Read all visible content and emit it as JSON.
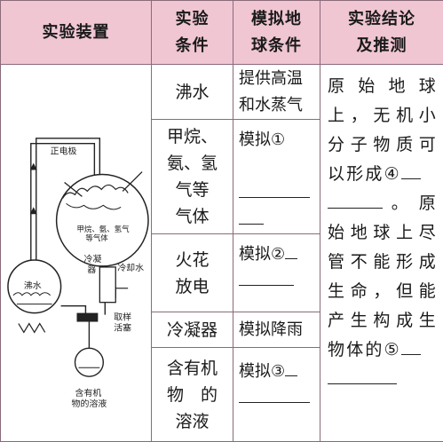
{
  "header": {
    "col1": "实验装置",
    "col2_line1": "实验",
    "col2_line2": "条件",
    "col3_line1": "模拟地",
    "col3_line2": "球条件",
    "col4_line1": "实验结论",
    "col4_line2": "及推测"
  },
  "apparatus": {
    "electrode": "正电极",
    "gas_line1": "甲烷、氨、氢气",
    "gas_line2": "等气体",
    "boiling": "沸水",
    "condenser_line1": "冷凝",
    "condenser_line2": "器",
    "cooling_water": "冷却水",
    "sample_line1": "取样",
    "sample_line2": "活塞",
    "solution_line1": "含有机",
    "solution_line2": "物的溶液"
  },
  "rows": [
    {
      "condition": "沸水",
      "simulation_line1": "提供高温",
      "simulation_line2": "和水蒸气"
    },
    {
      "condition_line1": "甲烷、",
      "condition_line2": "氨、氢",
      "condition_line3": "气等",
      "condition_line4": "气体",
      "simulation_prefix": "模拟①"
    },
    {
      "condition_line1": "火花",
      "condition_line2": "放电",
      "simulation_prefix": "模拟②"
    },
    {
      "condition": "冷凝器",
      "simulation": "模拟降雨"
    },
    {
      "condition_line1": "含有机",
      "condition_line2": "物　的",
      "condition_line3": "溶液",
      "simulation_prefix": "模拟③"
    }
  ],
  "conclusion": {
    "p1": "原始地球上，无机小分子物质可以形成④",
    "p2": "。原始地球上尽管不能形成生命，但能产生构成生物体的⑤"
  },
  "colors": {
    "header_bg": "#efc6d2",
    "border": "#8a6a7a"
  }
}
